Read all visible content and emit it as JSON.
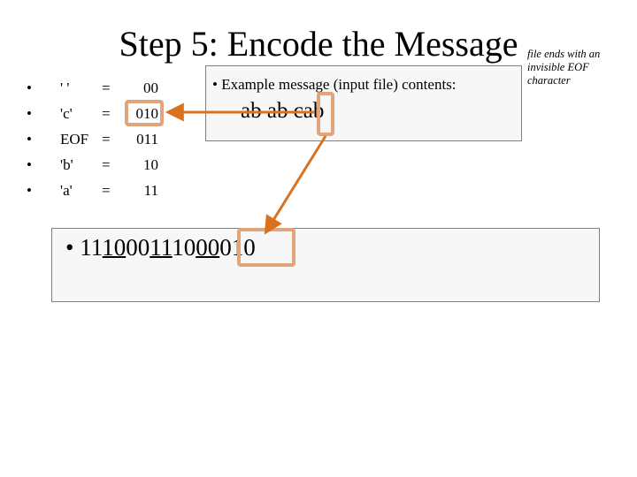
{
  "title": "Step 5: Encode the Message",
  "side_note": "file ends with an invisible EOF character",
  "encoding_table": {
    "bullet": "•",
    "equals": "=",
    "rows": [
      {
        "symbol": "' '",
        "code": "00"
      },
      {
        "symbol": "'c'",
        "code": "010"
      },
      {
        "symbol": "EOF",
        "code": "011"
      },
      {
        "symbol": "'b'",
        "code": "10"
      },
      {
        "symbol": "'a'",
        "code": "11"
      }
    ]
  },
  "message_box": {
    "label": "• Example message (input file) contents:",
    "contents": "ab ab cab"
  },
  "encoded_output": {
    "bullet": "•",
    "segments": [
      {
        "text": "11",
        "underlined": false
      },
      {
        "text": "10",
        "underlined": true
      },
      {
        "text": "00",
        "underlined": false
      },
      {
        "text": "11",
        "underlined": true
      },
      {
        "text": "10",
        "underlined": false
      },
      {
        "text": "00",
        "underlined": true
      },
      {
        "text": "010",
        "underlined": false
      }
    ]
  },
  "colors": {
    "arrow": "#d9721e",
    "highlight": "#e2a57b",
    "box_background": "#f7f7f7",
    "box_border": "#7f7f7f"
  }
}
